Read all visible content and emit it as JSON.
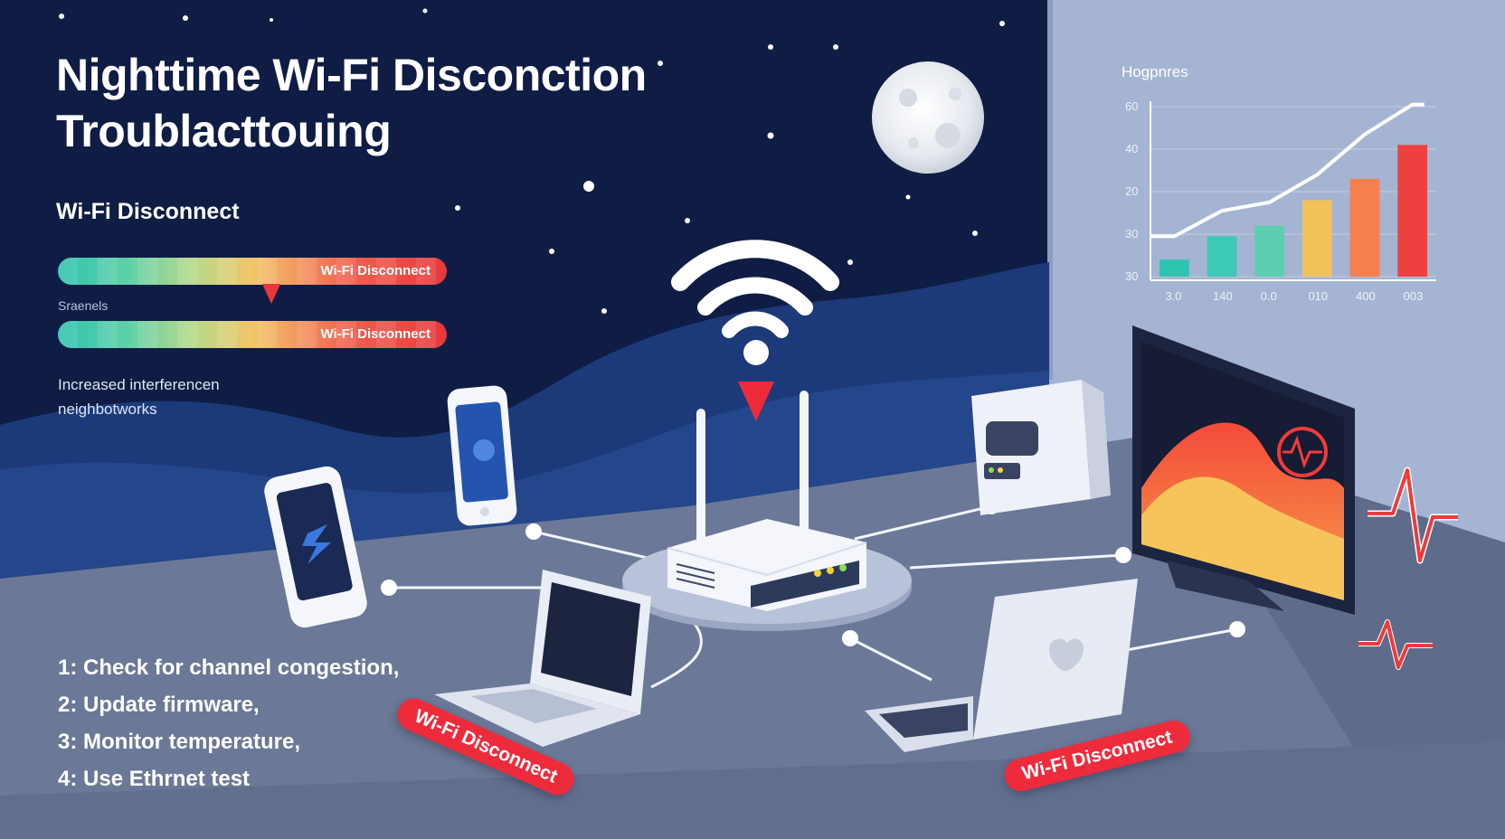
{
  "title": {
    "line1": "Nighttime Wi-Fi Disconction",
    "line2": "Troublacttouing"
  },
  "section_heading": "Wi-Fi Disconnect",
  "gauges": [
    {
      "tag": "Wi-Fi Disconnect"
    },
    {
      "tag": "Wi-Fi Disconnect"
    }
  ],
  "signals_label": "Sraenels",
  "note": {
    "line1": "Increased interferencen",
    "line2": "neighbotworks"
  },
  "steps": [
    "1: Check for channel congestion,",
    "2: Update firmware,",
    "3: Monitor temperature,",
    "4: Use Ethrnet test"
  ],
  "badges": {
    "laptop": "Wi-Fi Disconnect",
    "macbook": "Wi-Fi Disconnect"
  },
  "icons": [
    "moon-icon",
    "wifi-icon",
    "router-icon",
    "phone-icon",
    "laptop-icon",
    "macbook-icon",
    "monitor-icon",
    "heartbeat-icon"
  ],
  "colors": {
    "night_sky": "#0f1d44",
    "accent_red": "#ee2b3b",
    "wall": "#a4b4d2",
    "floor": "#6b7897"
  },
  "chart_data": {
    "type": "bar",
    "title": "Hogpnres",
    "y_tick_labels": [
      "60",
      "40",
      "20",
      "30",
      "30"
    ],
    "x_tick_labels": [
      "3.0",
      "140",
      "0.0",
      "010",
      "400",
      "003"
    ],
    "values": [
      8,
      19,
      24,
      36,
      46,
      62
    ],
    "line_values": [
      19,
      31,
      35,
      48,
      67,
      81
    ],
    "bar_colors": [
      "#2ec4b0",
      "#3cc9b5",
      "#5ccfb0",
      "#f2c35a",
      "#f4804f",
      "#ef4040"
    ],
    "ylim": [
      0,
      80
    ],
    "grid": true
  }
}
